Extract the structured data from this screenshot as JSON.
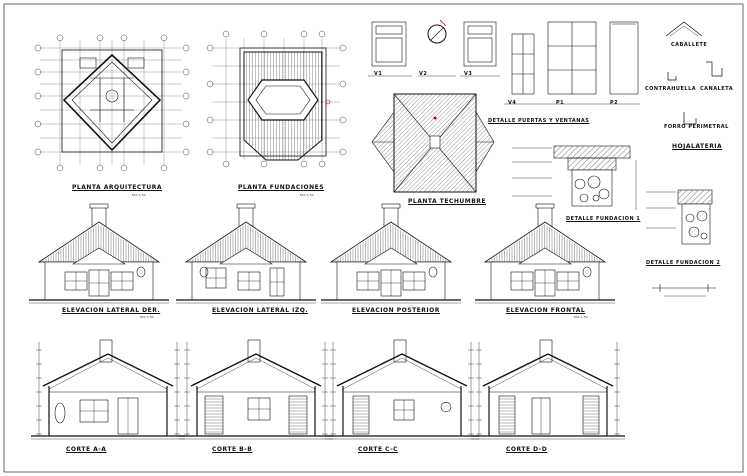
{
  "drawing": {
    "views": {
      "planta_arquitectura": "PLANTA ARQUITECTURA",
      "planta_fundaciones": "PLANTA FUNDACIONES",
      "planta_techumbre": "PLANTA TECHUMBRE",
      "elev_lateral_der": "ELEVACION LATERAL DER.",
      "elev_lateral_izq": "ELEVACION LATERAL IZQ.",
      "elev_posterior": "ELEVACION POSTERIOR",
      "elev_frontal": "ELEVACION FRONTAL",
      "corte_aa": "CORTE A-A",
      "corte_bb": "CORTE B-B",
      "corte_cc": "CORTE C-C",
      "corte_dd": "CORTE D-D"
    },
    "details": {
      "v1": "V1",
      "v2": "V2",
      "v3": "V3",
      "v4": "V4",
      "p1": "P1",
      "p2": "P2",
      "puertas_ventanas": "DETALLE PUERTAS Y VENTANAS",
      "caballete": "CABALLETE",
      "contrahuella": "CONTRAHUELLA",
      "canaleta": "CANALETA",
      "forro_perimetral": "FORRO PERIMETRAL",
      "hojalateria": "HOJALATERIA",
      "fundacion_1": "DETALLE FUNDACION 1",
      "fundacion_2": "DETALLE FUNDACION 2"
    },
    "scale_note": "ESC 1:50"
  }
}
